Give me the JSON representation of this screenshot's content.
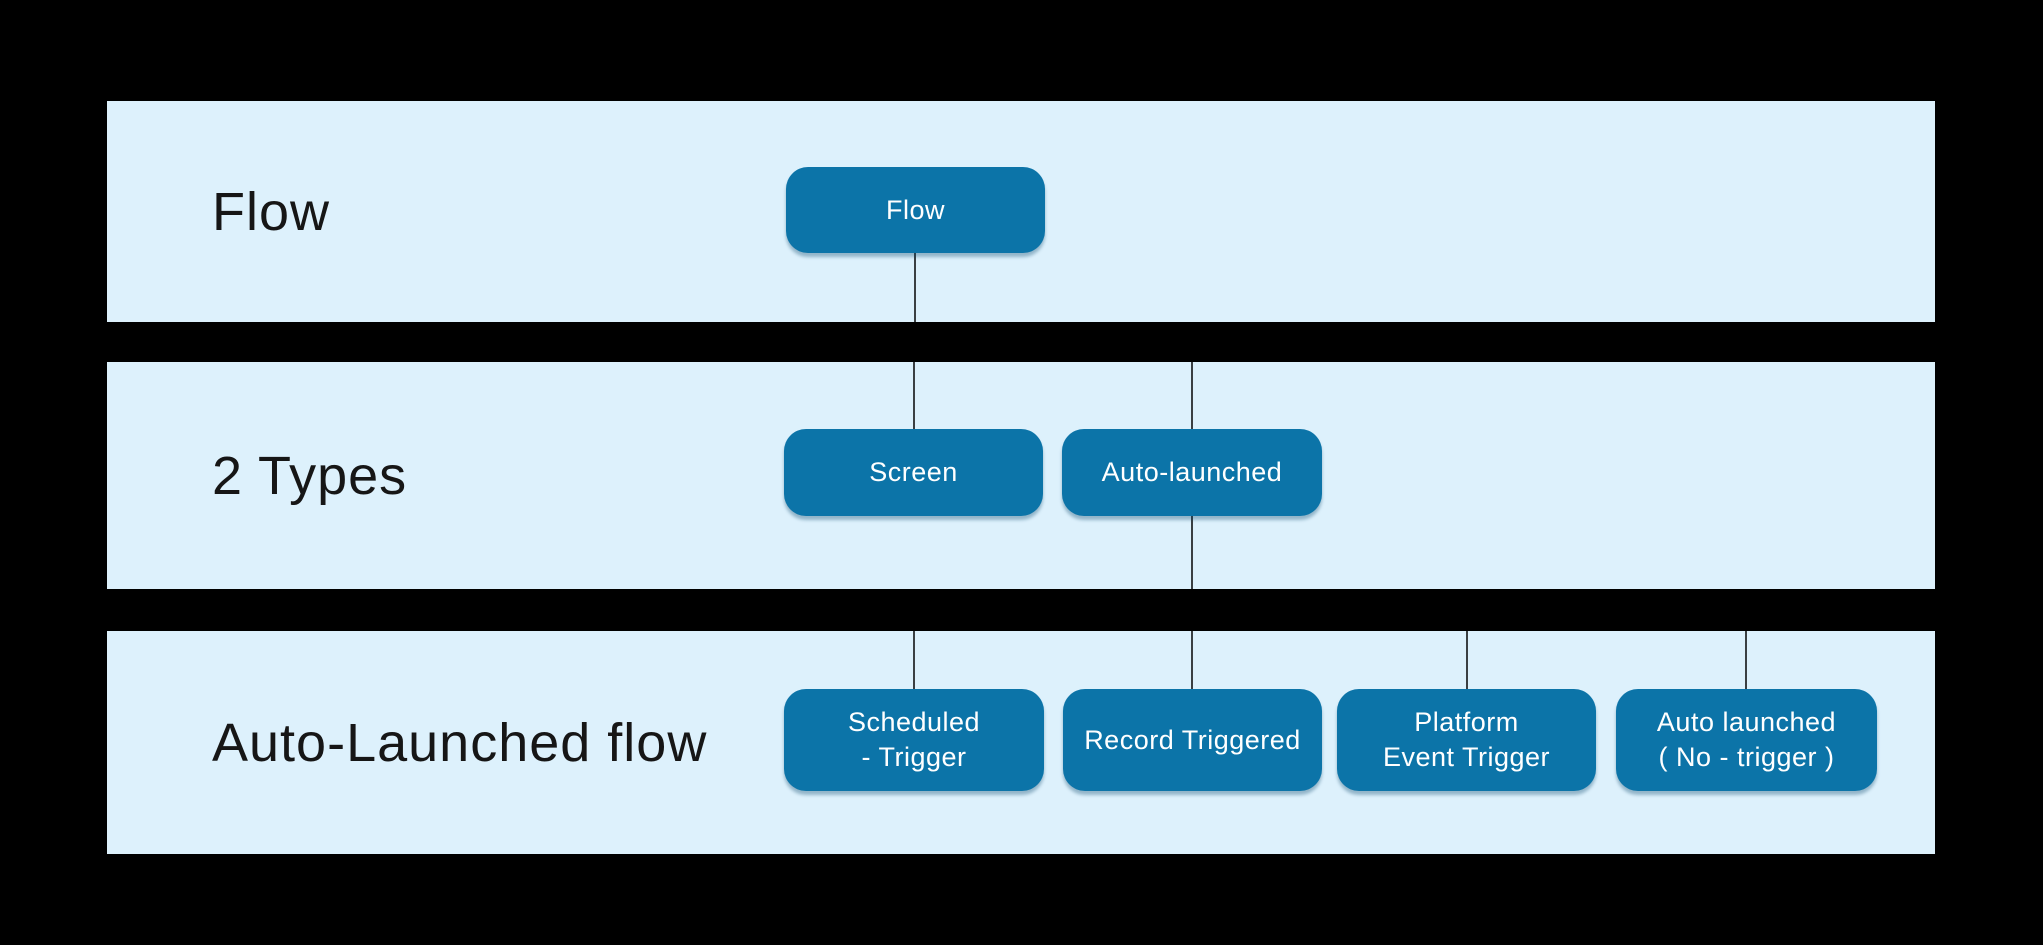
{
  "colors": {
    "page_bg": "#000000",
    "band_bg": "#ddf1fc",
    "node_bg": "#0c74a8",
    "node_text": "#ffffff",
    "label_text": "#161616",
    "connector": "#3a3f42"
  },
  "diagram": {
    "rows": [
      {
        "label": "Flow",
        "nodes": [
          {
            "label": "Flow"
          }
        ]
      },
      {
        "label": "2 Types",
        "nodes": [
          {
            "label": "Screen"
          },
          {
            "label": "Auto-launched"
          }
        ]
      },
      {
        "label": "Auto-Launched flow",
        "nodes": [
          {
            "label": "Scheduled\n- Trigger"
          },
          {
            "label": "Record Triggered"
          },
          {
            "label": "Platform\nEvent Trigger"
          },
          {
            "label": "Auto launched\n( No - trigger )"
          }
        ]
      }
    ]
  }
}
